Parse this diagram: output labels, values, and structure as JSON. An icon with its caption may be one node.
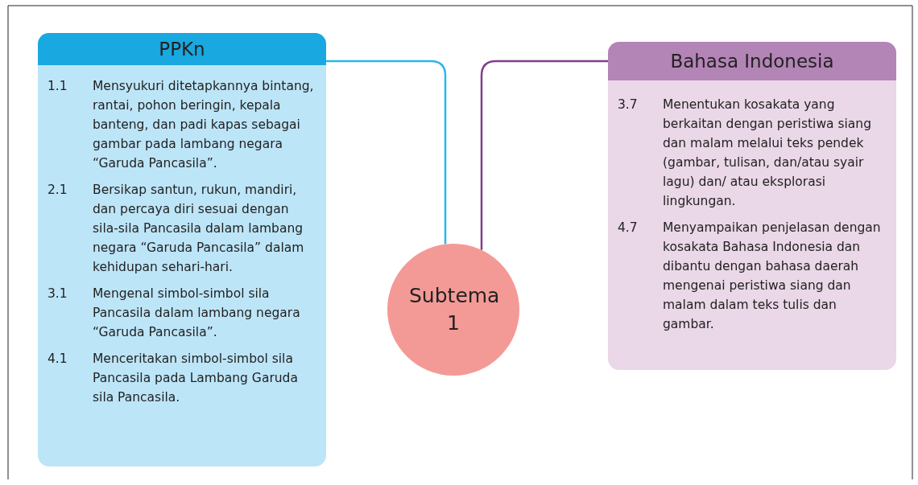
{
  "diagram": {
    "nodes": [
      {
        "text": [
          "PPKn",
          "1.1",
          "Mensyukuri ditetapkannya bintang, rantai, pohon beringin, kepala banteng, dan padi kapas sebagai gambar pada lambang negara “Garuda Pancasila”.",
          "2.1",
          "Bersikap santun, rukun, mandiri, dan percaya diri sesuai dengan sila-sila Pancasila dalam lambang negara “Garuda Pancasila” dalam kehidupan sehari-hari.",
          "3.1",
          "Mengenal simbol-simbol sila Pancasila dalam lambang negara “Garuda Pancasila”.",
          "4.1",
          "Menceritakan simbol-simbol sila Pancasila pada Lambang Garuda sila Pancasila."
        ]
      },
      {
        "text": [
          "Subtema 1"
        ]
      },
      {
        "text": [
          "Bahasa Indonesia",
          "3.7",
          "Menentukan kosakata yang berkaitan dengan peristiwa siang dan malam melalui teks pendek (gambar, tulisan, dan/atau syair lagu) dan/ atau eksplorasi lingkungan.",
          "4.7",
          "Menyampaikan penjelasan dengan kosakata Bahasa Indonesia dan dibantu dengan bahasa daerah mengenai peristiwa siang dan malam dalam teks tulis dan gambar."
        ]
      }
    ],
    "edges": [
      {
        "from": 0,
        "to": 1,
        "arrow": "none",
        "color": "#2cb6e6"
      },
      {
        "from": 2,
        "to": 1,
        "arrow": "none",
        "color": "#7e3f8c"
      }
    ]
  }
}
